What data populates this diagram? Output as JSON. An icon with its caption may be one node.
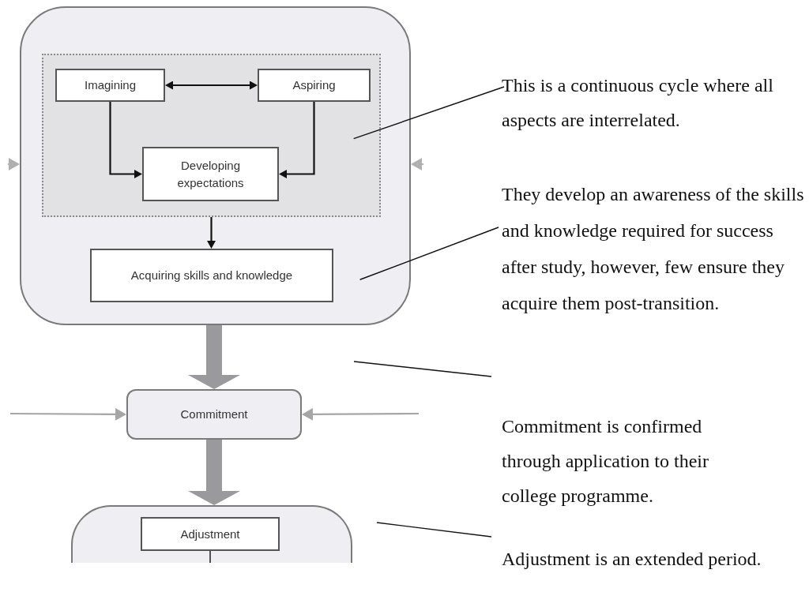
{
  "diagram": {
    "nodes": [
      {
        "text": [],
        "shape": "box"
      },
      {
        "text": [],
        "shape": "box",
        "in": 0
      },
      {
        "text": [
          "Imagining"
        ],
        "in": 1
      },
      {
        "text": [
          "Aspiring"
        ],
        "in": 1
      },
      {
        "text": [
          "Developing expectations"
        ],
        "in": 1
      },
      {
        "text": [
          "Acquiring skills and knowledge"
        ],
        "in": 0
      },
      {
        "text": [
          "Commitment"
        ]
      },
      {
        "text": [],
        "shape": "box"
      },
      {
        "text": [
          "Adjustment"
        ],
        "in": 7
      },
      {
        "text": [
          "This is a continuous cycle where all aspects are interrelated."
        ]
      },
      {
        "text": [
          "They develop an awareness of the skills and knowledge required for success after study, however, few ensure they acquire them post-transition."
        ]
      },
      {
        "text": [
          "Commitment is confirmed through application to their college programme."
        ]
      },
      {
        "text": [
          "Adjustment is an extended period."
        ]
      }
    ],
    "edges": [
      {
        "from": 2,
        "to": 3,
        "arrow": "both"
      },
      {
        "from": 2,
        "to": 4,
        "arrow": "to"
      },
      {
        "from": 3,
        "to": 4,
        "arrow": "to"
      },
      {
        "from": 1,
        "to": 5,
        "arrow": "to"
      },
      {
        "from": 0,
        "to": 6,
        "arrow": "to",
        "style": "thick",
        "color": "#9a9a9e"
      },
      {
        "from": 6,
        "to": 7,
        "arrow": "to",
        "style": "thick",
        "color": "#9a9a9e"
      },
      {
        "from": null,
        "to": 6,
        "arrow": "to",
        "color": "#a6a6a6"
      },
      {
        "from": null,
        "to": 6,
        "arrow": "to",
        "color": "#a6a6a6"
      },
      {
        "from": 8,
        "to": null,
        "arrow": "none"
      },
      {
        "from": null,
        "to": 0,
        "arrow": "to",
        "color": "#b0b0b0"
      },
      {
        "from": null,
        "to": 0,
        "arrow": "to",
        "color": "#b0b0b0"
      },
      {
        "from": 9,
        "to": 1,
        "arrow": "none"
      },
      {
        "from": 10,
        "to": 0,
        "arrow": "none"
      },
      {
        "from": 11,
        "to": null,
        "arrow": "none"
      },
      {
        "from": 12,
        "to": null,
        "arrow": "none"
      }
    ]
  }
}
